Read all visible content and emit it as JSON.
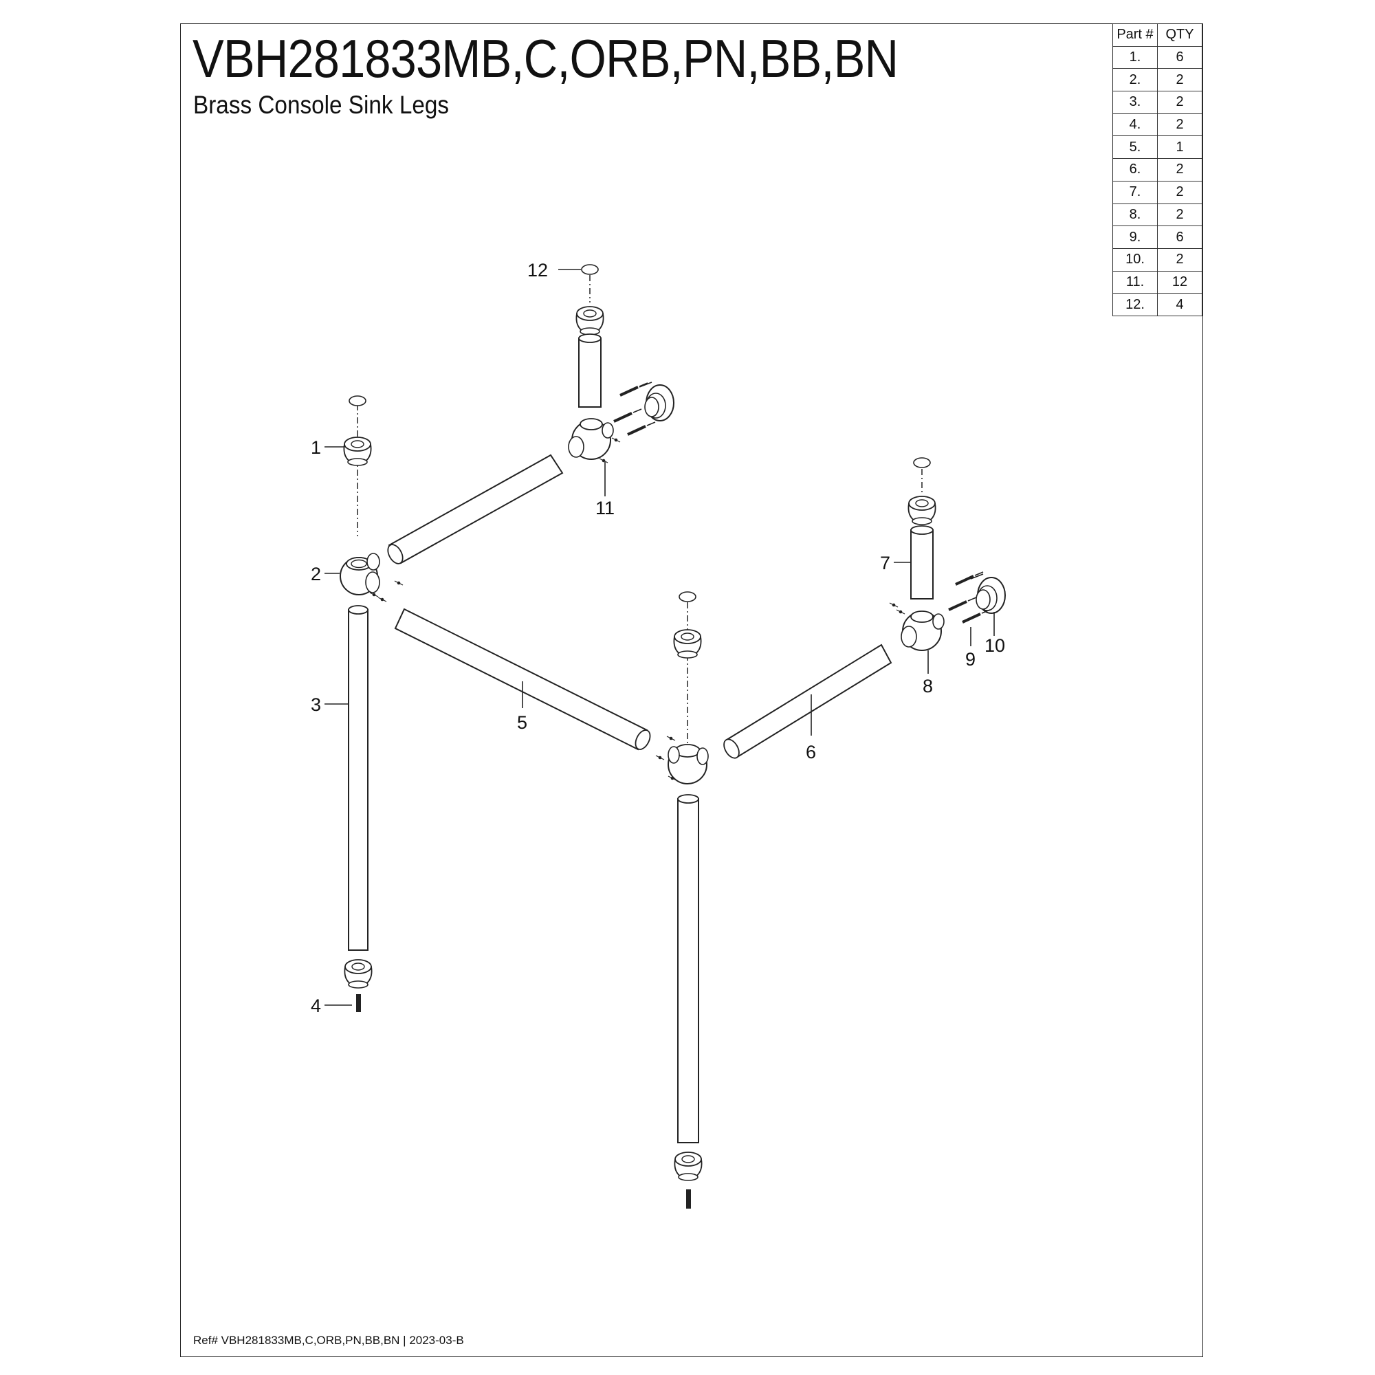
{
  "header": {
    "title": "VBH281833MB,C,ORB,PN,BB,BN",
    "subtitle": "Brass Console Sink Legs"
  },
  "parts_table": {
    "headers": [
      "Part #",
      "QTY"
    ],
    "rows": [
      {
        "part": "1.",
        "qty": "6"
      },
      {
        "part": "2.",
        "qty": "2"
      },
      {
        "part": "3.",
        "qty": "2"
      },
      {
        "part": "4.",
        "qty": "2"
      },
      {
        "part": "5.",
        "qty": "1"
      },
      {
        "part": "6.",
        "qty": "2"
      },
      {
        "part": "7.",
        "qty": "2"
      },
      {
        "part": "8.",
        "qty": "2"
      },
      {
        "part": "9.",
        "qty": "6"
      },
      {
        "part": "10.",
        "qty": "2"
      },
      {
        "part": "11.",
        "qty": "12"
      },
      {
        "part": "12.",
        "qty": "4"
      }
    ]
  },
  "callouts": [
    "1",
    "2",
    "3",
    "4",
    "5",
    "6",
    "7",
    "8",
    "9",
    "10",
    "11",
    "12"
  ],
  "footer": {
    "ref": "Ref# VBH281833MB,C,ORB,PN,BB,BN | 2023-03-B"
  }
}
